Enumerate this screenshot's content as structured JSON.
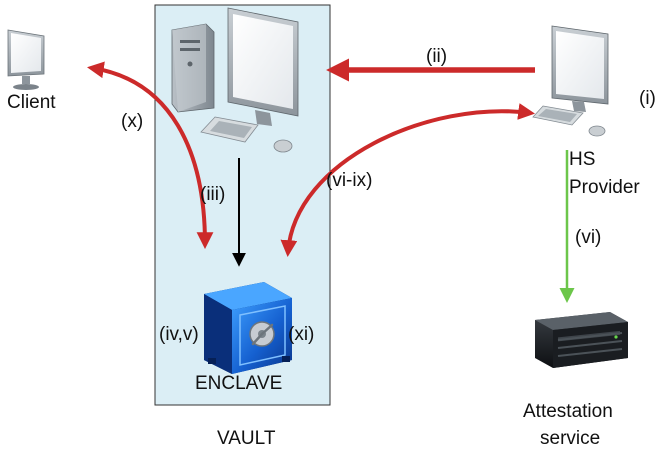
{
  "nodes": {
    "client": "Client",
    "hs_provider_line1": "HS",
    "hs_provider_line2": "Provider",
    "enclave": "ENCLAVE",
    "vault": "VAULT",
    "attestation_line1": "Attestation",
    "attestation_line2": "service"
  },
  "step_labels": {
    "i": "(i)",
    "ii": "(ii)",
    "iii": "(iii)",
    "iv_v": "(iv,v)",
    "vi": "(vi)",
    "vi_ix": "(vi-ix)",
    "x": "(x)",
    "xi": "(xi)"
  },
  "icons": {
    "client": "desktop-monitor-icon",
    "vault_server": "desktop-computer-with-tower-icon",
    "hs_provider": "desktop-computer-icon",
    "enclave": "blue-safe-icon",
    "attestation": "rack-server-icon"
  },
  "colors": {
    "vault_fill": "#dbeef5",
    "red_arrow": "#cc2a2a",
    "green_arrow": "#6cc64a",
    "black_arrow": "#000000"
  }
}
